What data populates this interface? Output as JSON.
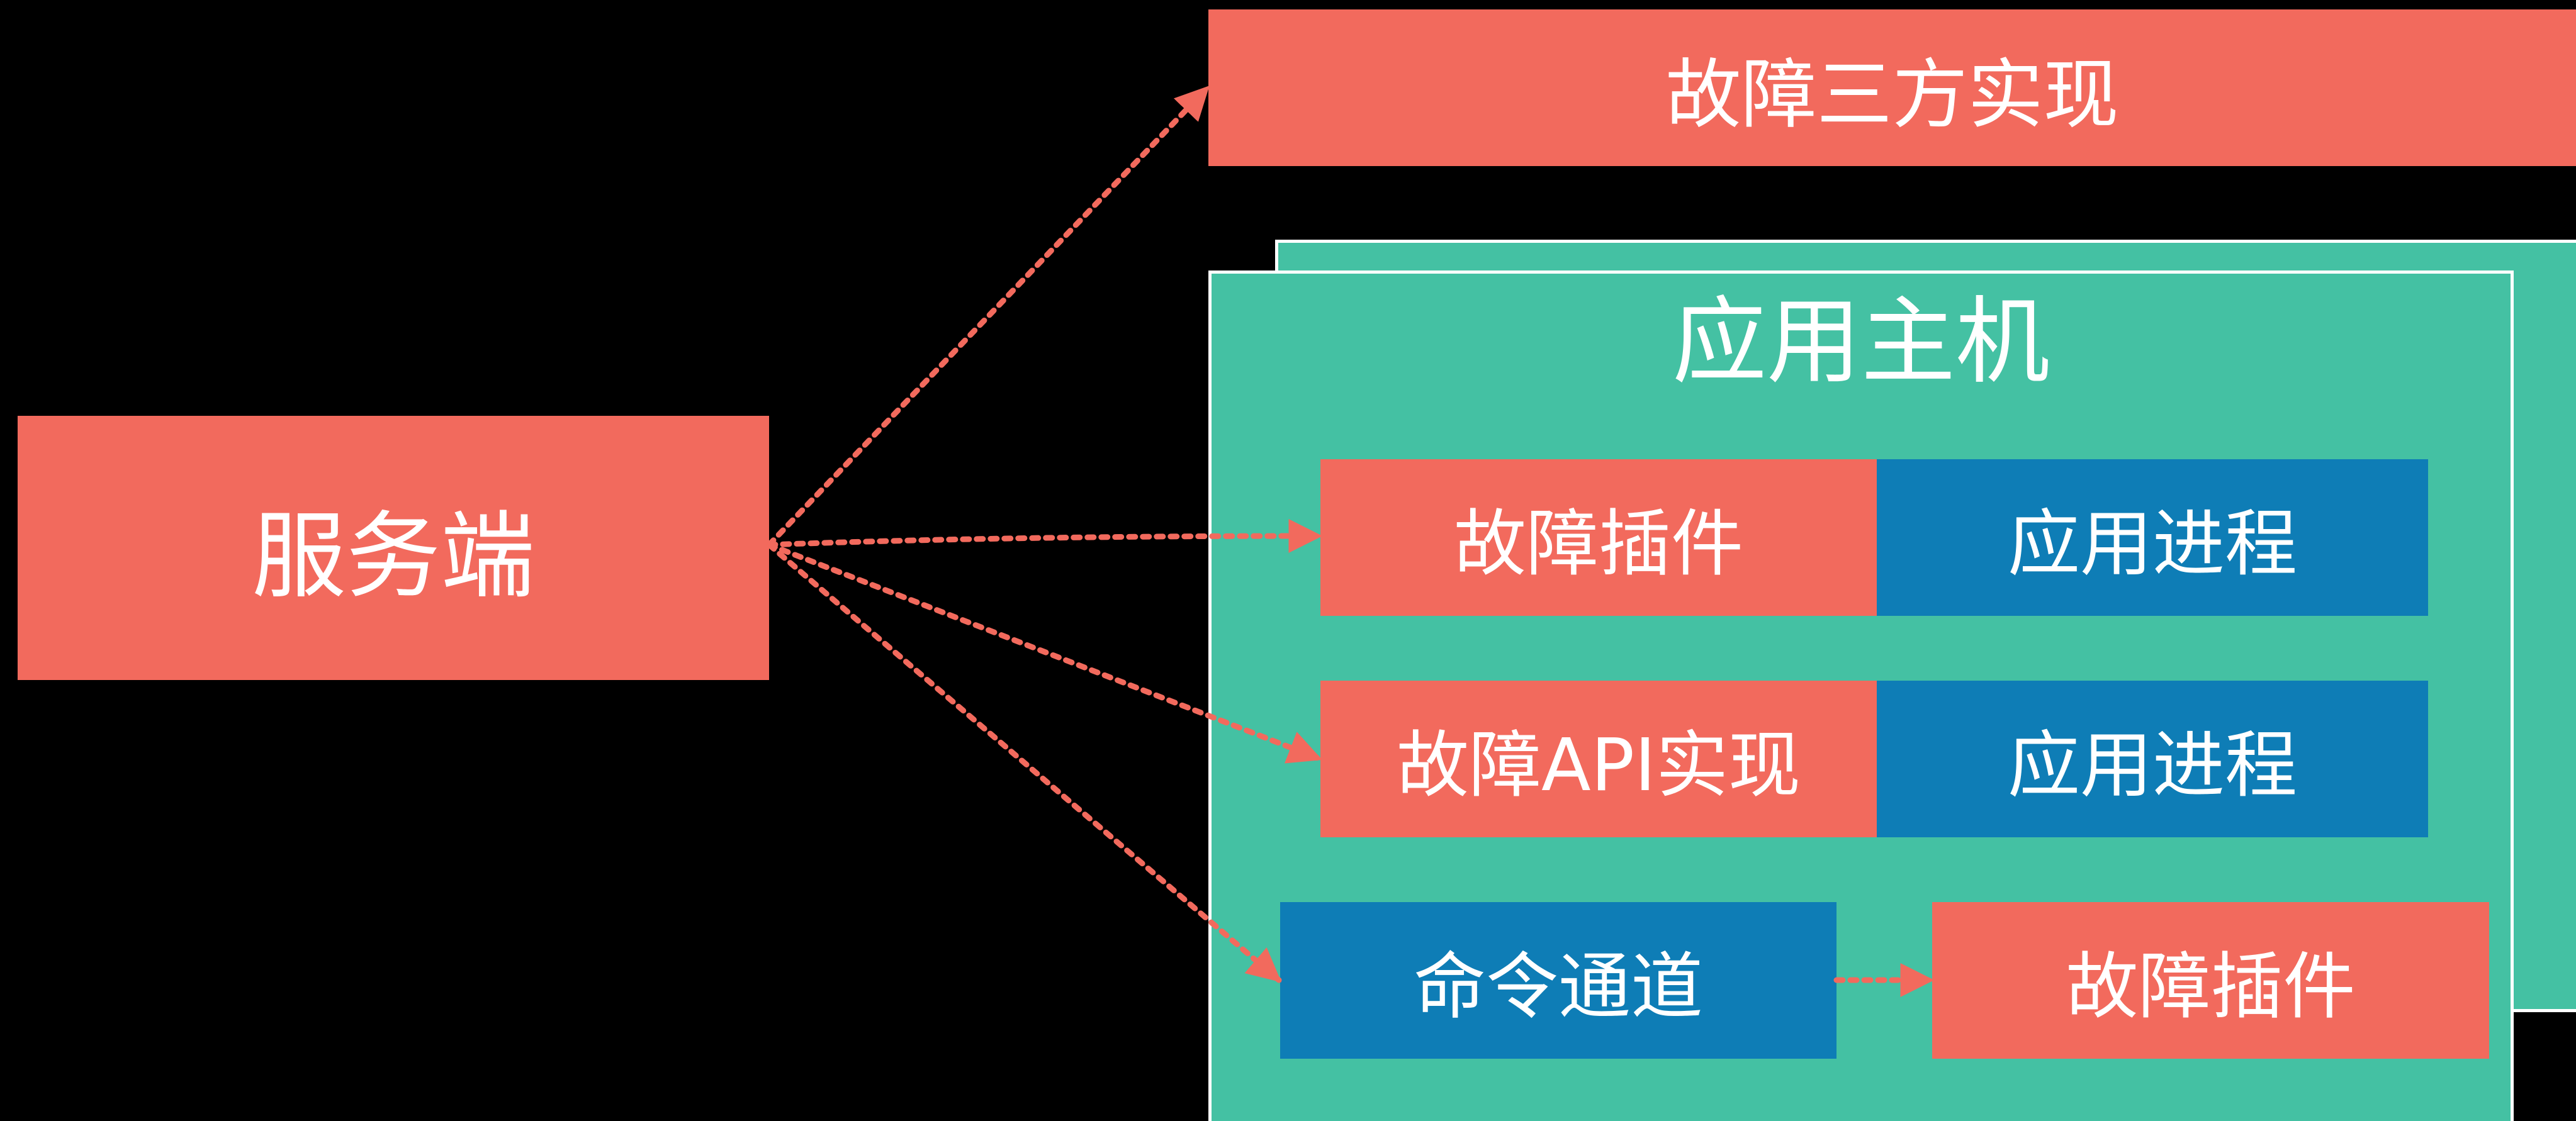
{
  "diagram": {
    "server": {
      "label": "服务端"
    },
    "third_party": {
      "label": "故障三方实现"
    },
    "host": {
      "title": "应用主机",
      "row1": {
        "plugin": "故障插件",
        "process": "应用进程"
      },
      "row2": {
        "api_impl": "故障API实现",
        "process": "应用进程"
      },
      "row3": {
        "command_channel": "命令通道",
        "plugin": "故障插件"
      }
    },
    "colors": {
      "background": "#000000",
      "red": "#f26a5d",
      "blue": "#0e7db6",
      "teal": "#44c1a3",
      "arrow": "#f26a5d"
    }
  }
}
